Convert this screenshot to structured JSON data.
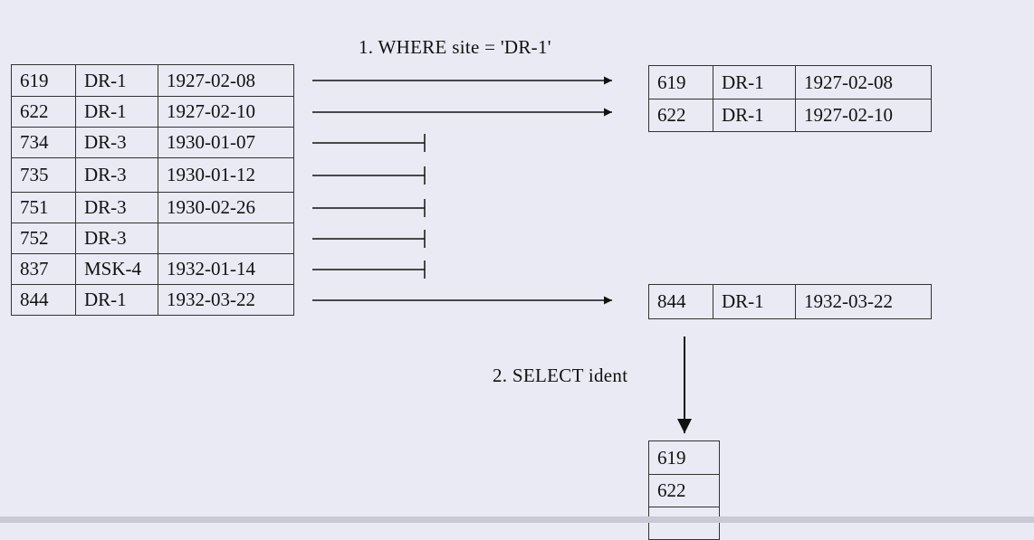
{
  "operations": {
    "where_label": "1. WHERE site = 'DR-1'",
    "select_label": "2. SELECT ident"
  },
  "source_table": {
    "rows": [
      [
        "619",
        "DR-1",
        "1927-02-08"
      ],
      [
        "622",
        "DR-1",
        "1927-02-10"
      ],
      [
        "734",
        "DR-3",
        "1930-01-07"
      ],
      [
        "735",
        "DR-3",
        "1930-01-12"
      ],
      [
        "751",
        "DR-3",
        "1930-02-26"
      ],
      [
        "752",
        "DR-3",
        ""
      ],
      [
        "837",
        "MSK-4",
        "1932-01-14"
      ],
      [
        "844",
        "DR-1",
        "1932-03-22"
      ]
    ],
    "row_outcomes": [
      "kept",
      "kept",
      "dropped",
      "dropped",
      "dropped",
      "dropped",
      "dropped",
      "kept"
    ]
  },
  "filtered_table_top": {
    "rows": [
      [
        "619",
        "DR-1",
        "1927-02-08"
      ],
      [
        "622",
        "DR-1",
        "1927-02-10"
      ]
    ]
  },
  "filtered_table_bottom": {
    "rows": [
      [
        "844",
        "DR-1",
        "1932-03-22"
      ]
    ]
  },
  "result_table": {
    "rows": [
      [
        "619"
      ],
      [
        "622"
      ],
      [
        ""
      ]
    ]
  }
}
